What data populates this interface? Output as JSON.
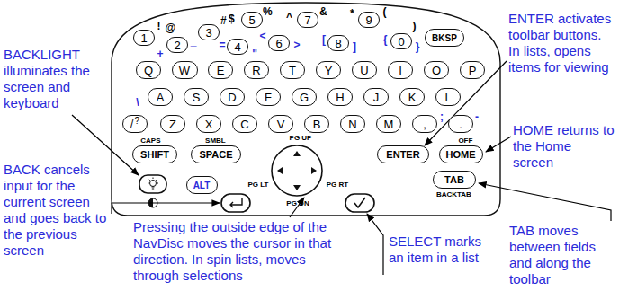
{
  "diagram": {
    "nodes": [
      {
        "text": [
          "1",
          "!"
        ]
      },
      {
        "text": [
          "2",
          "@"
        ]
      },
      {
        "text": [
          "3",
          "#"
        ]
      },
      {
        "text": [
          "4",
          "$"
        ]
      },
      {
        "text": [
          "5",
          "%"
        ]
      },
      {
        "text": [
          "6",
          "^"
        ]
      },
      {
        "text": [
          "7",
          "&"
        ]
      },
      {
        "text": [
          "8",
          "*"
        ]
      },
      {
        "text": [
          "9",
          "("
        ]
      },
      {
        "text": [
          "0",
          ")"
        ]
      },
      {
        "text": [
          "BKSP"
        ]
      },
      {
        "text": [
          "Q"
        ]
      },
      {
        "text": [
          "W"
        ]
      },
      {
        "text": [
          "E"
        ]
      },
      {
        "text": [
          "R"
        ]
      },
      {
        "text": [
          "T"
        ]
      },
      {
        "text": [
          "Y"
        ]
      },
      {
        "text": [
          "U"
        ]
      },
      {
        "text": [
          "I"
        ]
      },
      {
        "text": [
          "O"
        ]
      },
      {
        "text": [
          "P"
        ]
      },
      {
        "text": [
          "A"
        ]
      },
      {
        "text": [
          "S"
        ]
      },
      {
        "text": [
          "D"
        ]
      },
      {
        "text": [
          "F"
        ]
      },
      {
        "text": [
          "G"
        ]
      },
      {
        "text": [
          "H"
        ]
      },
      {
        "text": [
          "J"
        ]
      },
      {
        "text": [
          "K"
        ]
      },
      {
        "text": [
          "L"
        ]
      },
      {
        "text": [
          "/",
          "?"
        ]
      },
      {
        "text": [
          "Z"
        ]
      },
      {
        "text": [
          "X"
        ]
      },
      {
        "text": [
          "C"
        ]
      },
      {
        "text": [
          "V"
        ]
      },
      {
        "text": [
          "B"
        ]
      },
      {
        "text": [
          "N"
        ]
      },
      {
        "text": [
          "M"
        ]
      },
      {
        "text": [
          ","
        ]
      },
      {
        "text": [
          "."
        ]
      },
      {
        "text": [
          "SHIFT",
          "CAPS"
        ]
      },
      {
        "text": [
          "SPACE",
          "SMBL"
        ]
      },
      {
        "text": [
          "ENTER"
        ]
      },
      {
        "text": [
          "HOME",
          "OFF"
        ]
      },
      {
        "text": [
          "ALT"
        ]
      },
      {
        "text": [
          "TAB",
          "BACKTAB"
        ]
      }
    ],
    "labels": [
      "+",
      "_",
      "=",
      "\"",
      "<",
      ">",
      "[",
      "]",
      "{",
      "}",
      "\\",
      ";",
      "-",
      "PG UP",
      "PG LT",
      "PG RT",
      "PG DN",
      "BACKLIGHT illuminates the screen and keyboard",
      "ENTER activates toolbar buttons. In lists, opens items for viewing",
      "HOME returns to the Home screen",
      "BACK cancels input for the current screen and goes back to the previous screen",
      "Pressing the outside edge of the NavDisc moves the cursor in that direction. In spin lists, moves through selections",
      "SELECT marks an item in a list",
      "TAB moves between fields and along the toolbar"
    ]
  }
}
